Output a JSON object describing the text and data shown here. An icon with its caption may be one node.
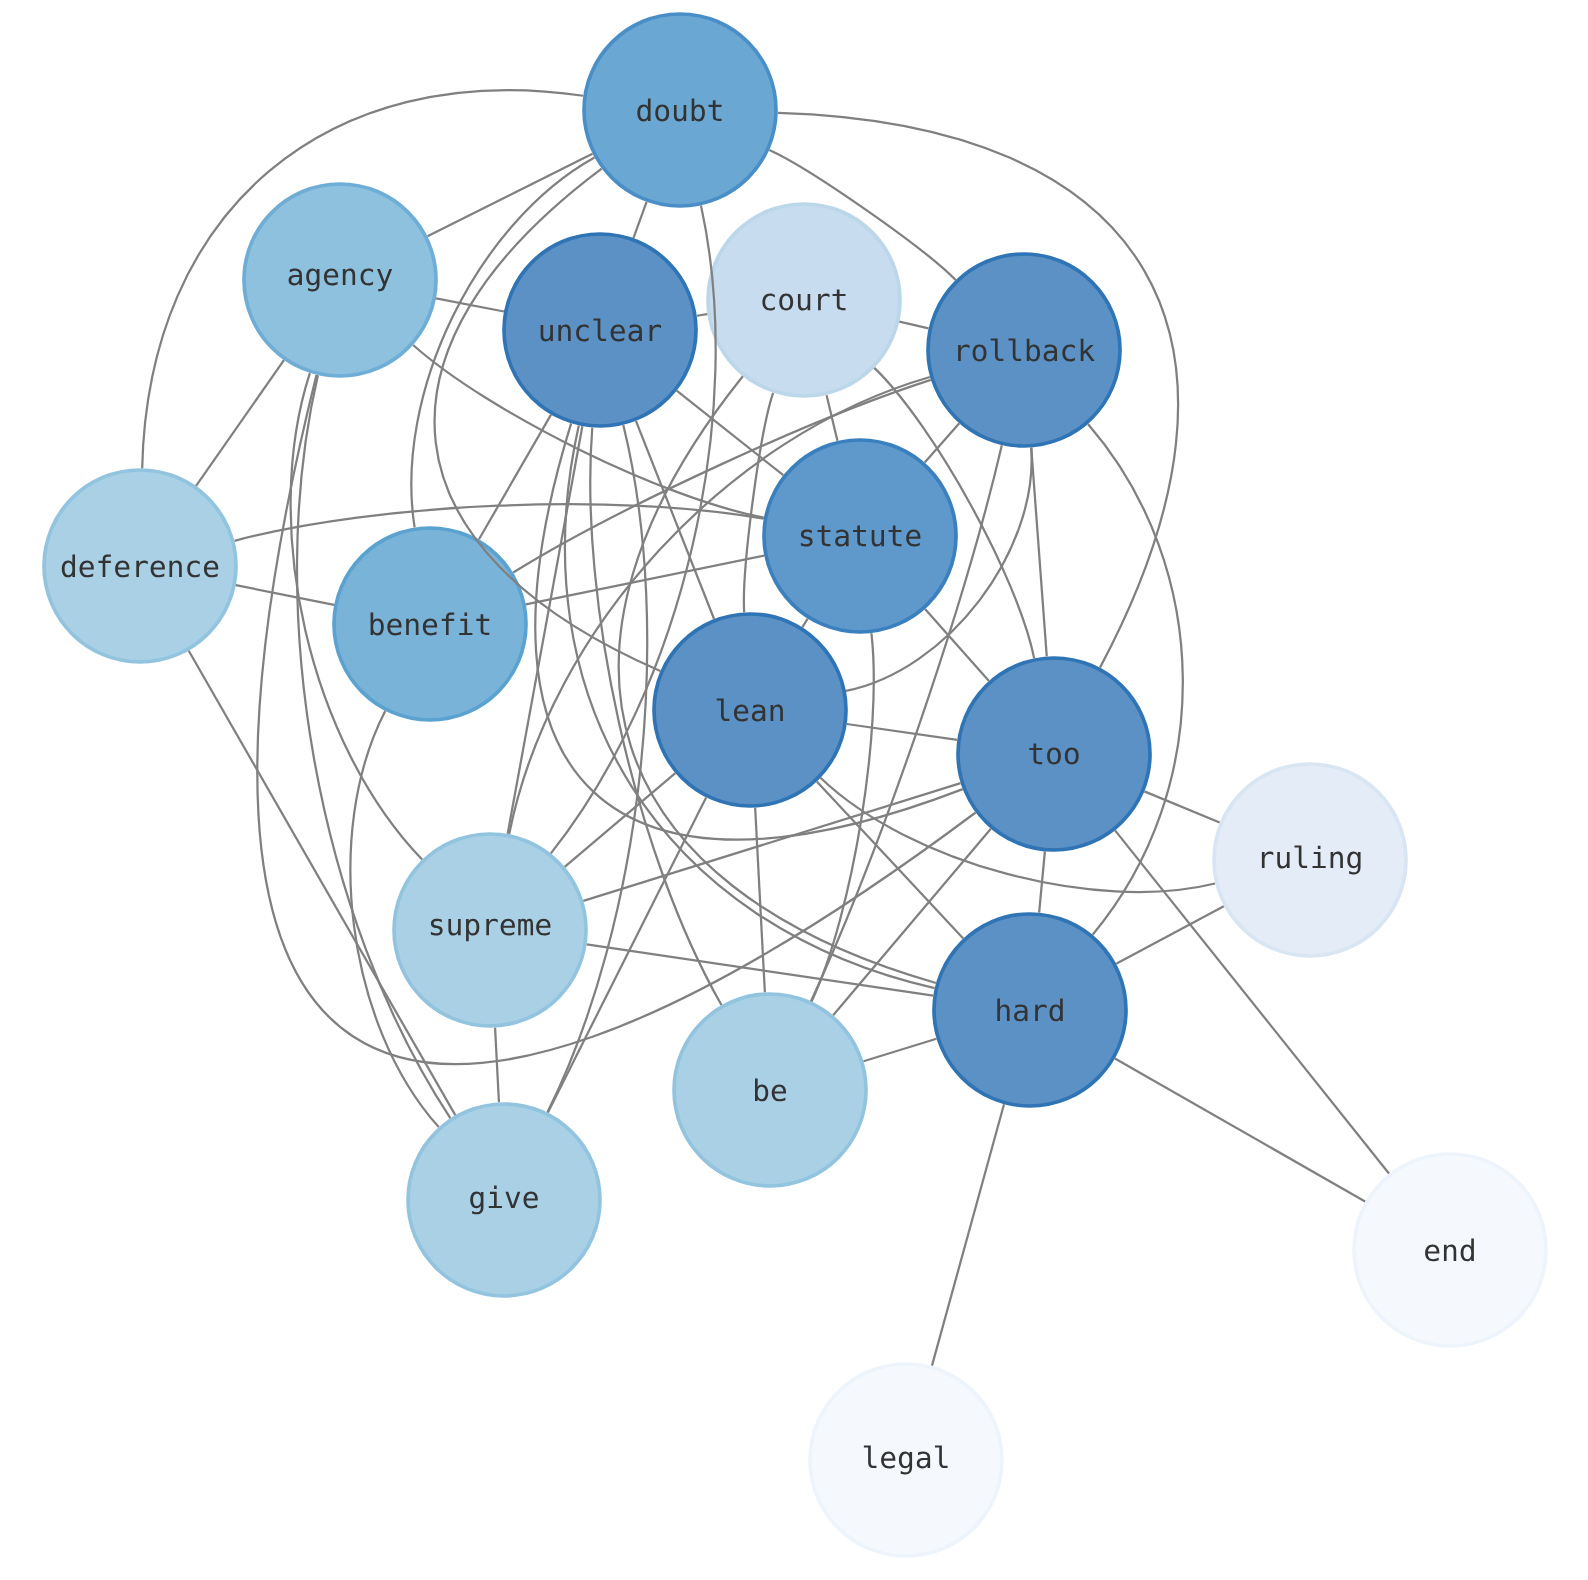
{
  "diagram": {
    "nodes": [
      {
        "text": [
          "doubt"
        ]
      },
      {
        "text": [
          "agency"
        ]
      },
      {
        "text": [
          "unclear"
        ]
      },
      {
        "text": [
          "court"
        ]
      },
      {
        "text": [
          "rollback"
        ]
      },
      {
        "text": [
          "deference"
        ]
      },
      {
        "text": [
          "benefit"
        ]
      },
      {
        "text": [
          "statute"
        ]
      },
      {
        "text": [
          "lean"
        ]
      },
      {
        "text": [
          "too"
        ]
      },
      {
        "text": [
          "ruling"
        ]
      },
      {
        "text": [
          "supreme"
        ]
      },
      {
        "text": [
          "hard"
        ]
      },
      {
        "text": [
          "be"
        ]
      },
      {
        "text": [
          "give"
        ]
      },
      {
        "text": [
          "end"
        ]
      },
      {
        "text": [
          "legal"
        ]
      }
    ],
    "edges": [
      {
        "from": 0,
        "to": 1,
        "arrow": "none"
      },
      {
        "from": 0,
        "to": 5,
        "arrow": "none"
      },
      {
        "from": 0,
        "to": 2,
        "arrow": "none"
      },
      {
        "from": 0,
        "to": 6,
        "arrow": "none"
      },
      {
        "from": 0,
        "to": 4,
        "arrow": "none"
      },
      {
        "from": 0,
        "to": 8,
        "arrow": "none"
      },
      {
        "from": 0,
        "to": 9,
        "arrow": "none"
      },
      {
        "from": 0,
        "to": 11,
        "arrow": "none"
      },
      {
        "from": 1,
        "to": 2,
        "arrow": "none"
      },
      {
        "from": 1,
        "to": 5,
        "arrow": "none"
      },
      {
        "from": 1,
        "to": 7,
        "arrow": "none"
      },
      {
        "from": 1,
        "to": 9,
        "arrow": "none"
      },
      {
        "from": 1,
        "to": 11,
        "arrow": "none"
      },
      {
        "from": 1,
        "to": 14,
        "arrow": "none"
      },
      {
        "from": 2,
        "to": 3,
        "arrow": "none"
      },
      {
        "from": 2,
        "to": 6,
        "arrow": "none"
      },
      {
        "from": 2,
        "to": 7,
        "arrow": "none"
      },
      {
        "from": 2,
        "to": 8,
        "arrow": "none"
      },
      {
        "from": 2,
        "to": 9,
        "arrow": "none"
      },
      {
        "from": 2,
        "to": 12,
        "arrow": "none"
      },
      {
        "from": 2,
        "to": 13,
        "arrow": "none"
      },
      {
        "from": 2,
        "to": 11,
        "arrow": "none"
      },
      {
        "from": 2,
        "to": 14,
        "arrow": "none"
      },
      {
        "from": 3,
        "to": 4,
        "arrow": "none"
      },
      {
        "from": 3,
        "to": 7,
        "arrow": "none"
      },
      {
        "from": 3,
        "to": 8,
        "arrow": "none"
      },
      {
        "from": 3,
        "to": 9,
        "arrow": "none"
      },
      {
        "from": 3,
        "to": 12,
        "arrow": "none"
      },
      {
        "from": 4,
        "to": 6,
        "arrow": "none"
      },
      {
        "from": 4,
        "to": 7,
        "arrow": "none"
      },
      {
        "from": 4,
        "to": 8,
        "arrow": "none"
      },
      {
        "from": 4,
        "to": 9,
        "arrow": "none"
      },
      {
        "from": 4,
        "to": 12,
        "arrow": "none"
      },
      {
        "from": 4,
        "to": 11,
        "arrow": "none"
      },
      {
        "from": 4,
        "to": 13,
        "arrow": "none"
      },
      {
        "from": 5,
        "to": 6,
        "arrow": "none"
      },
      {
        "from": 5,
        "to": 7,
        "arrow": "none"
      },
      {
        "from": 5,
        "to": 14,
        "arrow": "none"
      },
      {
        "from": 6,
        "to": 7,
        "arrow": "none"
      },
      {
        "from": 6,
        "to": 14,
        "arrow": "none"
      },
      {
        "from": 7,
        "to": 8,
        "arrow": "none"
      },
      {
        "from": 7,
        "to": 9,
        "arrow": "none"
      },
      {
        "from": 7,
        "to": 13,
        "arrow": "none"
      },
      {
        "from": 8,
        "to": 9,
        "arrow": "none"
      },
      {
        "from": 8,
        "to": 10,
        "arrow": "none"
      },
      {
        "from": 8,
        "to": 12,
        "arrow": "none"
      },
      {
        "from": 8,
        "to": 13,
        "arrow": "none"
      },
      {
        "from": 8,
        "to": 11,
        "arrow": "none"
      },
      {
        "from": 8,
        "to": 14,
        "arrow": "none"
      },
      {
        "from": 9,
        "to": 10,
        "arrow": "none"
      },
      {
        "from": 9,
        "to": 11,
        "arrow": "none"
      },
      {
        "from": 9,
        "to": 12,
        "arrow": "none"
      },
      {
        "from": 9,
        "to": 13,
        "arrow": "none"
      },
      {
        "from": 9,
        "to": 15,
        "arrow": "none"
      },
      {
        "from": 11,
        "to": 12,
        "arrow": "none"
      },
      {
        "from": 11,
        "to": 14,
        "arrow": "none"
      },
      {
        "from": 12,
        "to": 10,
        "arrow": "none"
      },
      {
        "from": 12,
        "to": 13,
        "arrow": "none"
      },
      {
        "from": 12,
        "to": 15,
        "arrow": "none"
      },
      {
        "from": 12,
        "to": 16,
        "arrow": "none"
      }
    ]
  }
}
